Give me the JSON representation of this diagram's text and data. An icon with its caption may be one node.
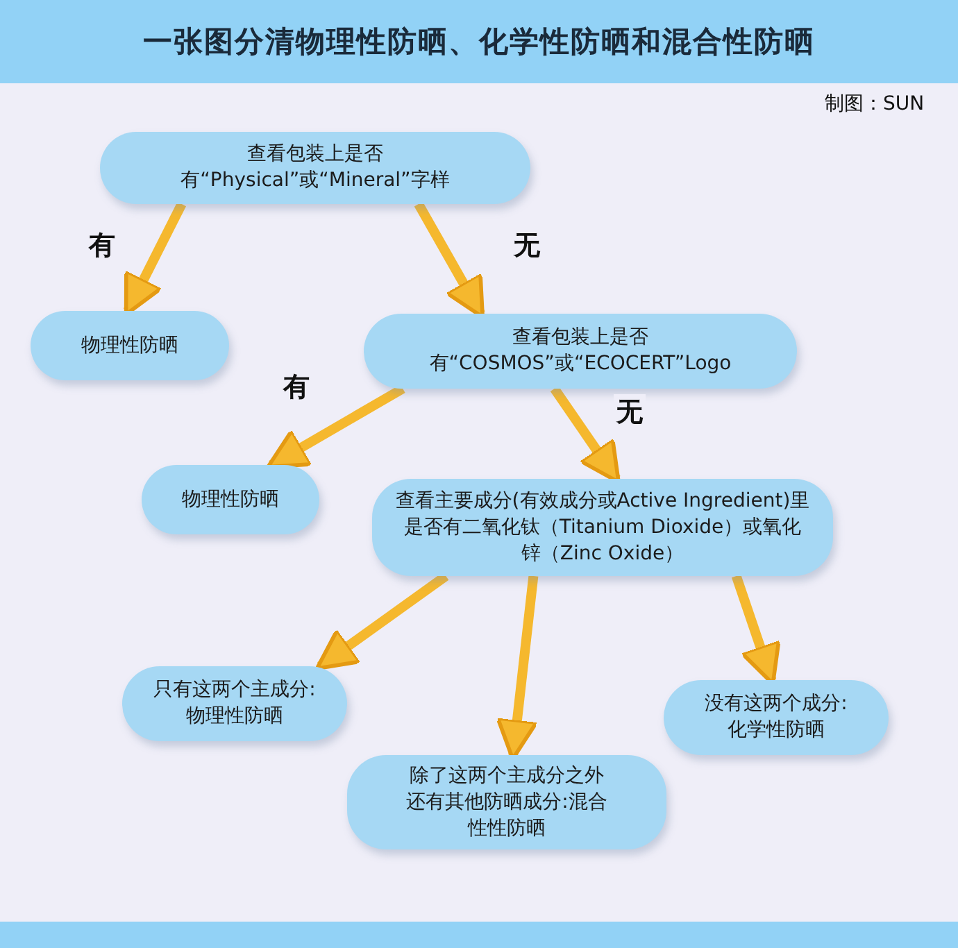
{
  "diagram": {
    "title": "一张图分清物理性防晒、化学性防晒和混合性防晒",
    "nodes": [
      {
        "text": [
          "查看包装上是否有“Physical”或“Mineral”字样"
        ]
      },
      {
        "text": [
          "物理性防晒"
        ]
      },
      {
        "text": [
          "查看包装上是否有“COSMOS”或“ECOCERT”Logo"
        ]
      },
      {
        "text": [
          "物理性防晒"
        ]
      },
      {
        "text": [
          "查看主要成分(有效成分或Active Ingredient)里是否有二氧化钛（Titanium Dioxide）或氧化锌（Zinc Oxide）"
        ]
      },
      {
        "text": [
          "只有这两个主成分:物理性防晒"
        ]
      },
      {
        "text": [
          "除了这两个主成分之外还有其他防晒成分:混合性性防晒"
        ]
      },
      {
        "text": [
          "没有这两个成分:化学性防晒"
        ]
      }
    ],
    "edges": [
      {
        "from": 0,
        "to": 1,
        "arrow": "to",
        "label": "有"
      },
      {
        "from": 0,
        "to": 2,
        "arrow": "to",
        "label": "无"
      },
      {
        "from": 2,
        "to": 3,
        "arrow": "to",
        "label": "有"
      },
      {
        "from": 2,
        "to": 4,
        "arrow": "to",
        "label": "无"
      },
      {
        "from": 4,
        "to": 5,
        "arrow": "to"
      },
      {
        "from": 4,
        "to": 6,
        "arrow": "to"
      },
      {
        "from": 4,
        "to": 7,
        "arrow": "to"
      }
    ],
    "labels": [
      "制图：SUN"
    ]
  }
}
